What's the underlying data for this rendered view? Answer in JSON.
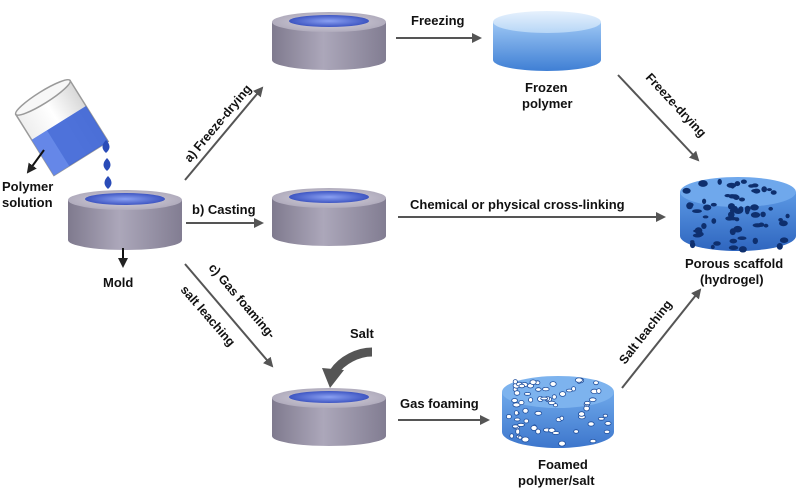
{
  "labels": {
    "polymer_solution": [
      "Polymer",
      "solution"
    ],
    "mold": "Mold",
    "route_a": "a) Freeze-drying",
    "route_b": "b) Casting",
    "route_c_line1": "c) Gas foaming-",
    "route_c_line2": "salt leaching",
    "freezing": "Freezing",
    "frozen_polymer": [
      "Frozen",
      "polymer"
    ],
    "freeze_drying_2": "Freeze-drying",
    "crosslinking": "Chemical or physical cross-linking",
    "porous_scaffold": [
      "Porous scaffold",
      "(hydrogel)"
    ],
    "salt": "Salt",
    "gas_foaming": "Gas foaming",
    "foamed": [
      "Foamed",
      "polymer/salt"
    ],
    "salt_leaching": "Salt leaching"
  },
  "colors": {
    "mold_body": "#9a95a8",
    "mold_top": "#c6c2d0",
    "liquid": "#3a55c8",
    "frozen": "#6da6e6",
    "scaffold": "#3f7fd6",
    "arrow": "#555555"
  }
}
